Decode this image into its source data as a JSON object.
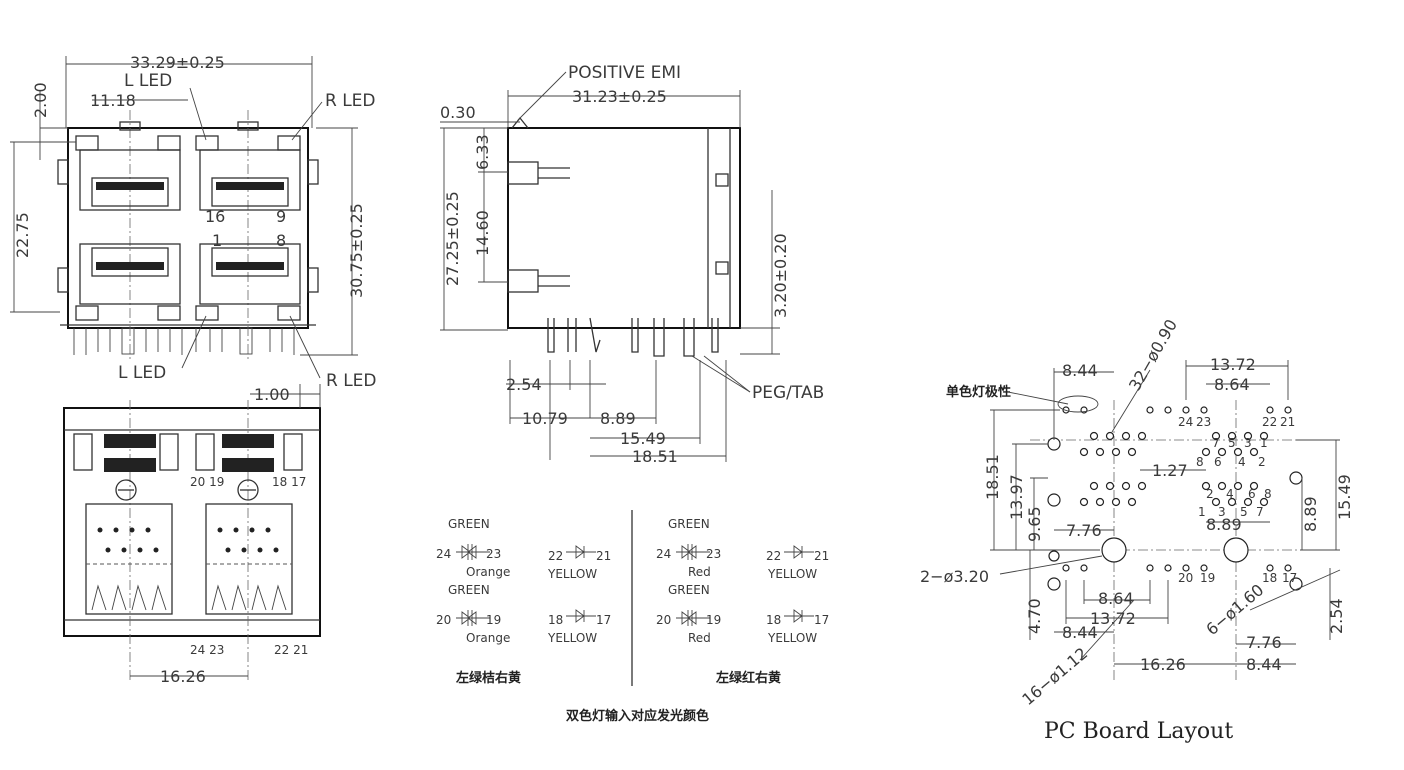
{
  "front_view": {
    "width_dim": "33.29±0.25",
    "top_gap_dim": "2.00",
    "led_offset_dim": "11.18",
    "port_pitch_dim": "22.75",
    "height_dim": "30.75±0.25",
    "l_led_top": "L  LED",
    "r_led_top": "R  LED",
    "l_led_bottom": "L  LED",
    "r_led_bottom": "R  LED",
    "pin_16": "16",
    "pin_9": "9",
    "pin_1": "1",
    "pin_8": "8"
  },
  "bottom_view": {
    "offset_dim": "1.00",
    "pins_upper": "20 19",
    "pins_upper_right": "18 17",
    "pins_lower": "24 23",
    "pins_lower_right": "22 21",
    "pitch_dim": "16.26"
  },
  "side_view": {
    "emi_label": "POSITIVE  EMI",
    "depth_dim": "31.23±0.25",
    "emi_dim": "0.30",
    "top_dim": "6.33",
    "height_dim": "27.25±0.25",
    "mid_dim": "14.60",
    "tail_dim": "3.20±0.20",
    "peg_label": "PEG/TAB",
    "pin_pitch_dim": "2.54",
    "dim_a": "10.79",
    "dim_b": "8.89",
    "dim_c": "15.49",
    "dim_d": "18.51"
  },
  "led_legend": {
    "left": {
      "top_color": "GREEN",
      "top_pins": [
        "24",
        "23"
      ],
      "top_alt": "Orange",
      "mid_color": "GREEN",
      "bot_pins": [
        "20",
        "19"
      ],
      "bot_alt": "Orange",
      "yellow_a_pins": [
        "22",
        "21"
      ],
      "yellow_a": "YELLOW",
      "yellow_b_pins": [
        "18",
        "17"
      ],
      "yellow_b": "YELLOW",
      "caption": "左绿桔右黄"
    },
    "right": {
      "top_color": "GREEN",
      "top_pins": [
        "24",
        "23"
      ],
      "top_alt": "Red",
      "mid_color": "GREEN",
      "bot_pins": [
        "20",
        "19"
      ],
      "bot_alt": "Red",
      "yellow_a_pins": [
        "22",
        "21"
      ],
      "yellow_a": "YELLOW",
      "yellow_b_pins": [
        "18",
        "17"
      ],
      "yellow_b": "YELLOW",
      "caption": "左绿红右黄"
    },
    "footer": "双色灯输入对应发光颜色"
  },
  "pcb_layout": {
    "title": "PC Board Layout",
    "mono_led_note": "单色灯极性",
    "d_844_top": "8.44",
    "d_hole": "32−ø0.90",
    "d_1372_top": "13.72",
    "d_864_top": "8.64",
    "pins_24_23": [
      "24",
      "23"
    ],
    "pins_22_21": [
      "22",
      "21"
    ],
    "d_127": "1.27",
    "d_1851": "18.51",
    "d_1397": "13.97",
    "d_965": "9.65",
    "d_776": "7.76",
    "d_889_h": "8.89",
    "d_889_v": "8.89",
    "d_1549": "15.49",
    "d_320": "2−ø3.20",
    "pins_20_19": [
      "20",
      "19"
    ],
    "pins_18_17": [
      "18",
      "17"
    ],
    "d_864_bot": "8.64",
    "d_1372_bot": "13.72",
    "d_470": "4.70",
    "d_844_bot": "8.44",
    "d_160": "6−ø1.60",
    "d_254": "2.54",
    "d_776_bot": "7.76",
    "d_112": "16−ø1.12",
    "d_1626": "16.26",
    "d_844_right": "8.44",
    "row_top_pins": [
      "7",
      "5",
      "3",
      "1"
    ],
    "row_top2_pins": [
      "8",
      "6",
      "4",
      "2"
    ],
    "row_bot_pins": [
      "2",
      "4",
      "6",
      "8"
    ],
    "row_bot2_pins": [
      "1",
      "3",
      "5",
      "7"
    ]
  }
}
